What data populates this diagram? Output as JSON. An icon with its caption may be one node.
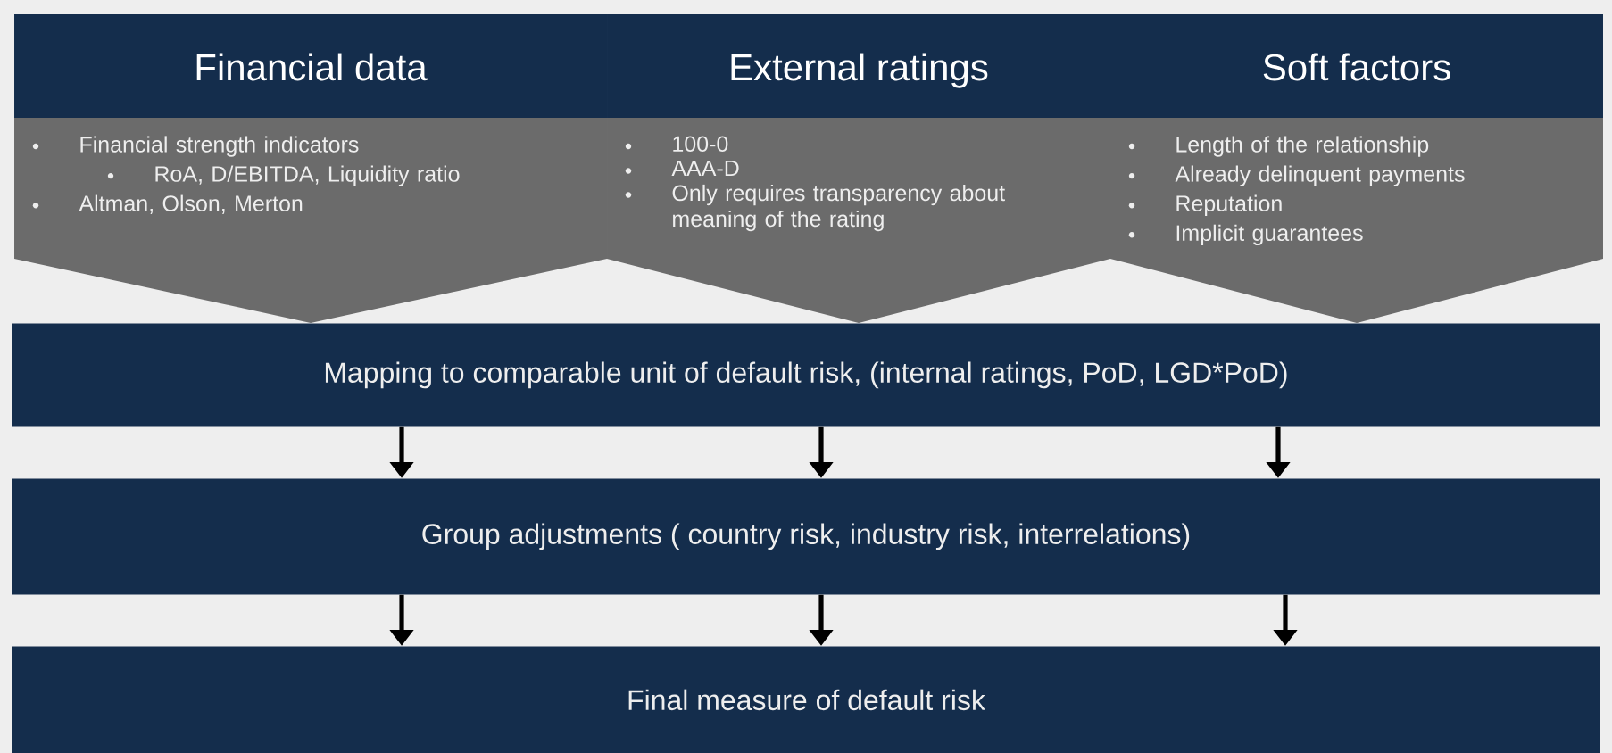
{
  "diagram": {
    "nodes": [
      {
        "text": [
          "Financial data",
          "Financial strength indicators",
          "RoA, D/EBITDA, Liquidity ratio",
          "Altman, Olson, Merton"
        ]
      },
      {
        "text": [
          "External ratings",
          "100-0",
          "AAA-D",
          "Only requires transparency about meaning of the rating"
        ]
      },
      {
        "text": [
          "Soft factors",
          "Length of the relationship",
          "Already delinquent payments",
          "Reputation",
          "Implicit guarantees"
        ]
      },
      {
        "text": [
          "Mapping to comparable unit of default risk, (internal ratings, PoD, LGD*PoD)"
        ]
      },
      {
        "text": [
          "Group adjustments ( country risk, industry risk, interrelations)"
        ]
      },
      {
        "text": [
          "Final measure of default risk"
        ]
      }
    ],
    "edges": [
      {
        "from": 3,
        "to": 4,
        "arrow": "to"
      },
      {
        "from": 3,
        "to": 4,
        "arrow": "to"
      },
      {
        "from": 3,
        "to": 4,
        "arrow": "to"
      },
      {
        "from": 4,
        "to": 5,
        "arrow": "to"
      },
      {
        "from": 4,
        "to": 5,
        "arrow": "to"
      },
      {
        "from": 4,
        "to": 5,
        "arrow": "to"
      }
    ]
  }
}
